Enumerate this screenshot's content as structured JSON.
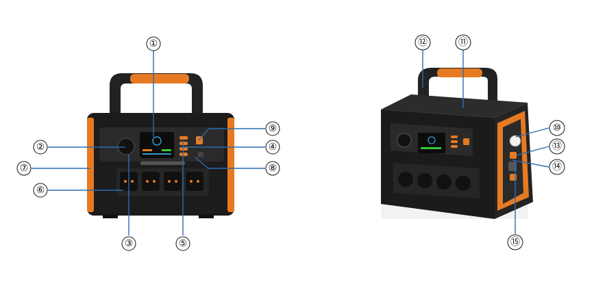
{
  "callouts": {
    "c1": "①",
    "c2": "②",
    "c3": "③",
    "c4": "④",
    "c5": "⑤",
    "c6": "⑥",
    "c7": "⑦",
    "c8": "⑧",
    "c9": "⑨",
    "c10": "⑩",
    "c11": "⑪",
    "c12": "⑫",
    "c13": "⑬",
    "c14": "⑭",
    "c15": "⑮"
  },
  "colors": {
    "body": "#1c1c1c",
    "orange": "#e67a22",
    "leader": "#2b6cb0"
  }
}
